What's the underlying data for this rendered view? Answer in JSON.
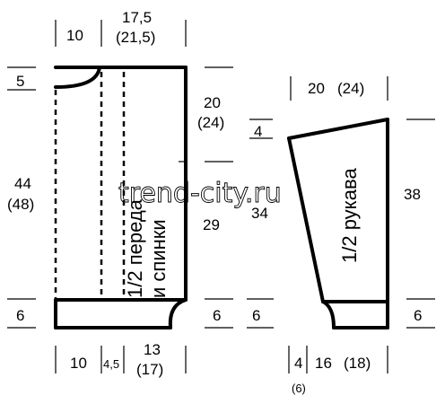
{
  "front_back": {
    "label_line1": "1/2 переда",
    "label_line2": "и спинки",
    "top_left_width": "10",
    "top_right_width": "17,5",
    "top_right_width_alt": "(21,5)",
    "neck_depth": "5",
    "total_height": "44",
    "total_height_alt": "(48)",
    "armhole_height": "20",
    "armhole_height_alt": "(24)",
    "side_height": "29",
    "hem_left": "6",
    "hem_right": "6",
    "bottom_left_width": "10",
    "bottom_mid_width": "4,5",
    "bottom_right_width": "13",
    "bottom_right_width_alt": "(17)"
  },
  "sleeve": {
    "label": "1/2 рукава",
    "top_width": "20",
    "top_width_alt": "(24)",
    "cap_height": "4",
    "left_height": "34",
    "right_height": "38",
    "cuff_left": "6",
    "cuff_right": "6",
    "bottom_left_width": "4",
    "bottom_left_width_alt": "(6)",
    "bottom_right_width": "16",
    "bottom_right_width_alt": "(18)"
  },
  "watermark": "trend-city.ru"
}
